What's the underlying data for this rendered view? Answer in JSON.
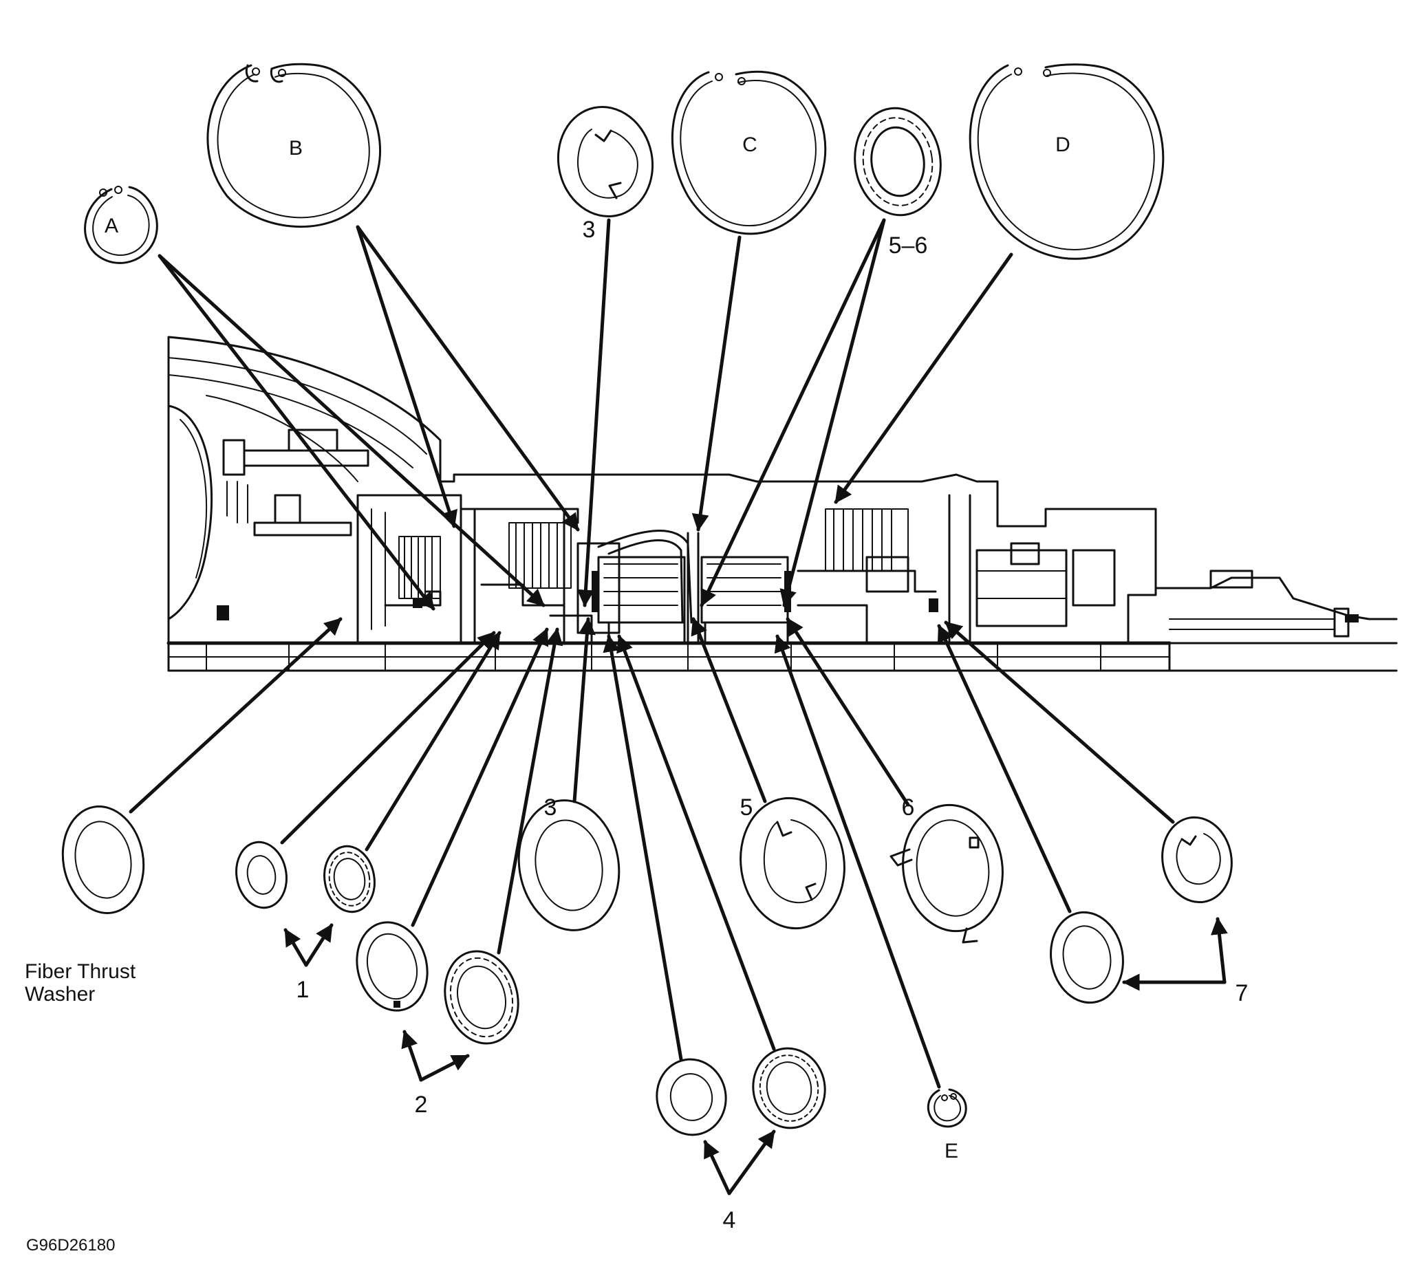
{
  "figure_code": "G96D26180",
  "retaining_rings": [
    {
      "label": "A"
    },
    {
      "label": "B"
    },
    {
      "label": "C"
    },
    {
      "label": "D"
    },
    {
      "label": "E"
    }
  ],
  "washer_labels": {
    "w1": "1",
    "w2": "2",
    "w3_top": "3",
    "w3_bottom": "3",
    "w4": "4",
    "w5": "5",
    "w56": "5–6",
    "w6": "6",
    "w7": "7"
  },
  "fiber_washer": {
    "line1": "Fiber Thrust",
    "line2": "Washer"
  }
}
